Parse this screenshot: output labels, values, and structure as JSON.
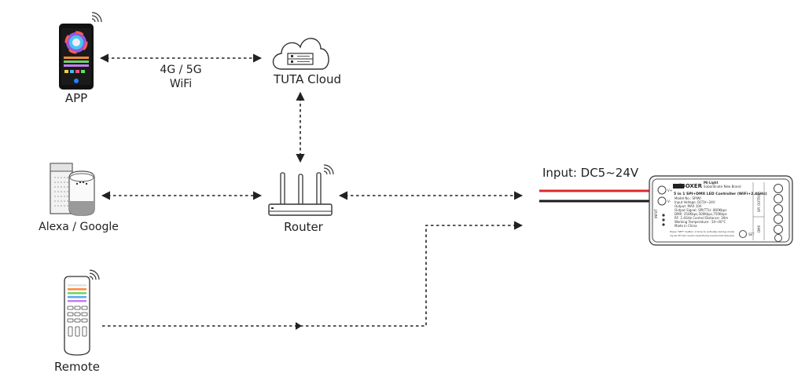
{
  "nodes": {
    "app": "APP",
    "cloud": "TUTA Cloud",
    "alexa": "Alexa / Google",
    "router": "Router",
    "remote": "Remote"
  },
  "connection_app_cloud": [
    "4G / 5G",
    "WiFi"
  ],
  "input_label": "Input:  DC5~24V",
  "controller": {
    "brand": "MiBOXER",
    "brand_tag": "Mi-Light",
    "brand_sub": "Subordinate New Brand",
    "title": "5 in 1 SPI+DMX LED Controller (WiFi+2.4GHz)",
    "specs": [
      "Model No.: SPIWI",
      "Input Voltage: DC5V~24V",
      "Output: MAX 10A",
      "Output Signal: SPI(TTL): 800Kbps",
      "DMX: 250Kbps,500Kbps,750Kbps",
      "RF: 2.4GHz  Control Distance: 30m",
      "Working Temperature: -10~40°C",
      "Made in China"
    ],
    "notes": [
      "Press \"SET\" button 1 time to activate linking mode",
      "Long press \"SET\" button 3 seconds to activate WiFi pairing mode while indicator flashes quickly"
    ],
    "set_label": "SET",
    "input_port": "INPUT",
    "output_port": "OUTPUT",
    "spi_label": "SPI",
    "dmx_label": "DMX",
    "vplus": "V+",
    "vminus": "V-"
  },
  "colors": {
    "wire_red": "#e0262b",
    "wire_black": "#1a1a1a",
    "line": "#222222"
  }
}
